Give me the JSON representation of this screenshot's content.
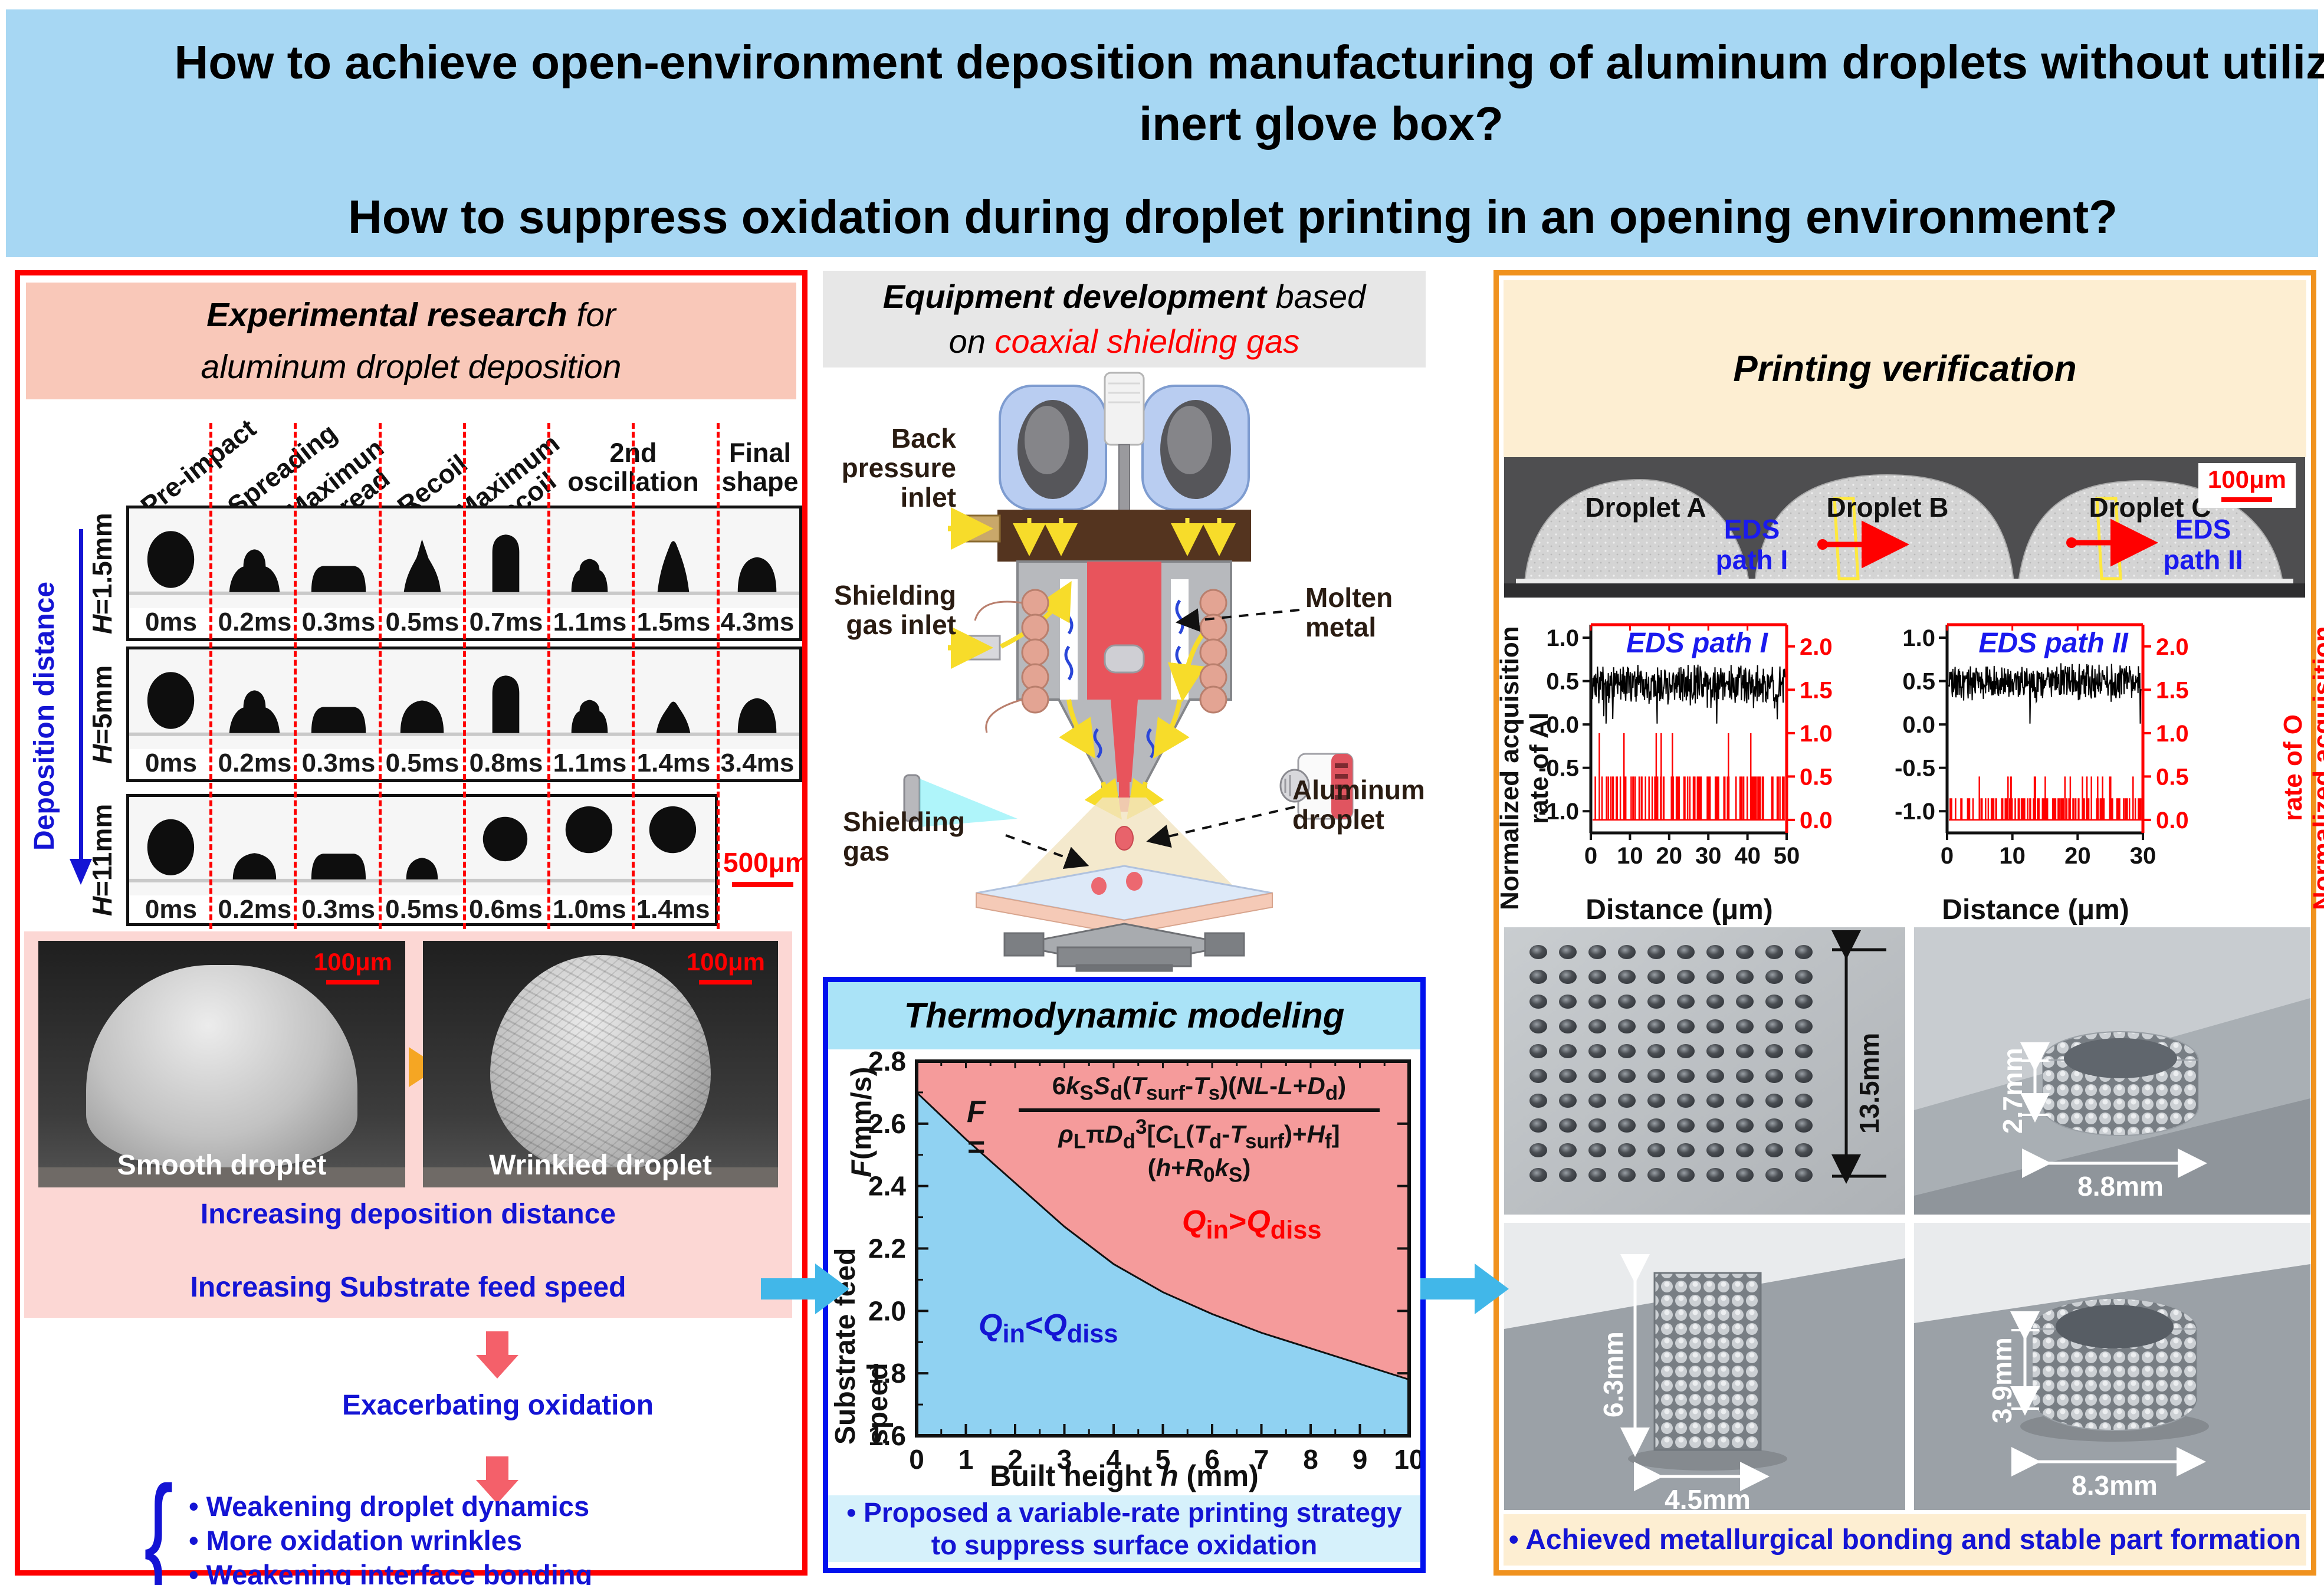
{
  "header": {
    "bg": "#a7d7f3",
    "question1": "How to achieve open-environment deposition manufacturing of aluminum droplets without utilizing an inert glove box?",
    "question2": "How to suppress oxidation during droplet printing in an opening environment?"
  },
  "left_panel": {
    "border_color": "#fe0000",
    "title_bg": "#f9c8b9",
    "title_bold": "Experimental research",
    "title_rest": " for",
    "title_line2": "aluminum droplet deposition",
    "col_headers_rotated": [
      "Pre-impact",
      "Spreading",
      "Maximun\nspread",
      "Recoil",
      "Maximum\nrecoil"
    ],
    "col_header_osc": "2nd\noscillation",
    "col_header_final": "Final\nshape",
    "axis_label": "Deposition distance",
    "rows": [
      {
        "label_html": "<i>H</i>=1.5mm",
        "times": [
          "0ms",
          "0.2ms",
          "0.3ms",
          "0.5ms",
          "0.7ms",
          "1.1ms",
          "1.5ms",
          "4.3ms"
        ],
        "shapes": [
          "sphere",
          "splat",
          "pancake",
          "peak",
          "column",
          "lump",
          "peak2",
          "dome"
        ]
      },
      {
        "label_html": "<i>H</i>=5mm",
        "times": [
          "0ms",
          "0.2ms",
          "0.3ms",
          "0.5ms",
          "0.8ms",
          "1.1ms",
          "1.4ms",
          "3.4ms"
        ],
        "shapes": [
          "sphere",
          "splat",
          "pancake",
          "dome2",
          "column",
          "lump",
          "cone",
          "dome"
        ]
      },
      {
        "label_html": "<i>H</i>=11mm",
        "times": [
          "0ms",
          "0.2ms",
          "0.3ms",
          "0.5ms",
          "0.6ms",
          "1.0ms",
          "1.4ms"
        ],
        "shapes": [
          "sphere",
          "domelow",
          "pancake",
          "domesmall",
          "ballair",
          "ballhigh",
          "ballhigh"
        ]
      }
    ],
    "scale_500": "500μm",
    "sem_left_label": "Smooth droplet",
    "sem_right_label": "Wrinkled droplet",
    "sem_scale": "100μm",
    "finding1": "Increasing deposition distance",
    "finding2": "Increasing Substrate feed speed",
    "consequence": "Exacerbating oxidation",
    "effects": [
      "• Weakening droplet dynamics",
      "• More oxidation wrinkles",
      "• Weakening interface bonding"
    ]
  },
  "middle_panel": {
    "title_bold": "Equipment development",
    "title_mid": " based",
    "title_line2_start": "on ",
    "title_red": "coaxial shielding gas",
    "labels": {
      "back_pressure": "Back\npressure\ninlet",
      "shield_inlet": "Shielding\ngas inlet",
      "molten": "Molten\nmetal",
      "shield_gas": "Shielding gas",
      "droplet": "Aluminum\ndroplet"
    }
  },
  "thermo": {
    "title": "Thermodynamic modeling",
    "eq_lhs_html": "<i>F</i> =",
    "eq_num_html": "6<i>k</i><sub>S</sub><i>S</i><sub>d</sub>(<i>T</i><sub>surf</sub>-<i>T</i><sub>s</sub>)(<i>NL</i>-<i>L</i>+<i>D</i><sub>d</sub>)",
    "eq_den_html": "<i>ρ</i><sub>L</sub>π<i>D</i><sub>d</sub><sup>3</sup>[<i>C</i><sub>L</sub>(<i>T</i><sub>d</sub>-<i>T</i><sub>surf</sub>)+<i>H</i><sub>f</sub>](<i>h</i>+<i>R</i><sub>0</sub><i>k</i><sub>S</sub>)",
    "region_hot_html": "<i>Q</i><sub>in</sub>&gt;<i>Q</i><sub>diss</sub>",
    "region_cold_html": "<i>Q</i><sub>in</sub>&lt;<i>Q</i><sub>diss</sub>",
    "xlabel_html": "Built height <i>h</i> (mm)",
    "ylabel_html": "Substrate feed speed <i>F</i> (mm/s)",
    "bullet_line1": "• Proposed a variable-rate printing strategy",
    "bullet_line2": "to suppress surface oxidation"
  },
  "right_panel": {
    "title": "Printing verification",
    "cross_section": {
      "scale": "100μm",
      "droplet_a": "Droplet A",
      "droplet_b": "Droplet B",
      "droplet_c": "Droplet C",
      "eds1": "EDS\npath I",
      "eds2": "EDS\npath II"
    },
    "eds_left_axis": "Normalized acquisition\nrate of Al",
    "eds_right_axis": "Normalized acquisition\nrate of O",
    "distance_label": "Distance (μm)",
    "dims": {
      "array_v": "13.5mm",
      "ring1_h": "2.7mm",
      "ring1_w": "8.8mm",
      "cube_v": "6.3mm",
      "cube_w": "4.5mm",
      "ring2_v": "3.9mm",
      "ring2_w": "8.3mm"
    },
    "bullet": "• Achieved metallurgical bonding and stable part formation"
  },
  "chart_data": [
    {
      "id": "thermo_map",
      "type": "area",
      "title": "Thermodynamic modeling",
      "xlabel": "Built height h (mm)",
      "ylabel": "Substrate feed speed F (mm/s)",
      "xlim": [
        0,
        10
      ],
      "ylim": [
        1.6,
        2.8
      ],
      "x_ticks": [
        0,
        1,
        2,
        3,
        4,
        5,
        6,
        7,
        8,
        9,
        10
      ],
      "y_ticks": [
        1.6,
        1.8,
        2.0,
        2.2,
        2.4,
        2.6,
        2.8
      ],
      "boundary_curve": {
        "x": [
          0,
          1,
          2,
          3,
          4,
          5,
          6,
          7,
          8,
          9,
          10
        ],
        "F": [
          2.7,
          2.55,
          2.41,
          2.27,
          2.15,
          2.06,
          1.99,
          1.93,
          1.88,
          1.83,
          1.78
        ]
      },
      "regions": [
        {
          "label": "Qin>Qdiss",
          "where": "above_curve",
          "color": "#f59b9b"
        },
        {
          "label": "Qin<Qdiss",
          "where": "below_curve",
          "color": "#90d2f2"
        }
      ],
      "equation": "F = 6kS·Sd(Tsurf-Ts)(NL-L+Dd) / (ρL·π·Dd³·[CL(Td-Tsurf)+Hf]·(h+R0·kS))"
    },
    {
      "id": "eds_path_I",
      "type": "line",
      "title": "EDS path I",
      "xlabel": "Distance (μm)",
      "xlim": [
        0,
        50
      ],
      "x_ticks": [
        0,
        10,
        20,
        30,
        40,
        50
      ],
      "y_left": {
        "label": "Normalized acquisition rate of Al",
        "ticks": [
          1.0,
          0.5,
          0.0,
          -0.5,
          -1.0
        ],
        "range": [
          -1.25,
          1.15
        ]
      },
      "y_right": {
        "label": "Normalized acquisition rate of O",
        "ticks": [
          2.0,
          1.5,
          1.0,
          0.5,
          0.0
        ],
        "offset": -1.1,
        "color": "#ff0000"
      },
      "series": [
        {
          "name": "Al",
          "color": "#000000",
          "kind": "noise",
          "mean": 0.45,
          "amplitude": 0.28,
          "n": 430,
          "seed": 7
        },
        {
          "name": "O",
          "color": "#ff0000",
          "kind": "spikes",
          "baseline": 0.0,
          "spike_levels": [
            0.5,
            1.0
          ],
          "spike_prob": [
            0.16,
            0.018
          ],
          "n": 430,
          "seed": 11
        }
      ]
    },
    {
      "id": "eds_path_II",
      "type": "line",
      "title": "EDS path II",
      "xlabel": "Distance (μm)",
      "xlim": [
        0,
        30
      ],
      "x_ticks": [
        0,
        10,
        20,
        30
      ],
      "y_left": {
        "label": "Normalized acquisition rate of Al",
        "ticks": [
          1.0,
          0.5,
          0.0,
          -0.5,
          -1.0
        ],
        "range": [
          -1.25,
          1.15
        ]
      },
      "y_right": {
        "label": "Normalized acquisition rate of O",
        "ticks": [
          2.0,
          1.5,
          1.0,
          0.5,
          0.0
        ],
        "offset": -1.1,
        "color": "#ff0000"
      },
      "series": [
        {
          "name": "Al",
          "color": "#000000",
          "kind": "noise",
          "mean": 0.48,
          "amplitude": 0.24,
          "n": 430,
          "seed": 21
        },
        {
          "name": "O",
          "color": "#ff0000",
          "kind": "spikes",
          "baseline": 0.0,
          "spike_levels": [
            0.25,
            0.5,
            1.0
          ],
          "spike_prob": [
            0.22,
            0.04,
            0.004
          ],
          "n": 430,
          "seed": 31
        }
      ]
    }
  ]
}
